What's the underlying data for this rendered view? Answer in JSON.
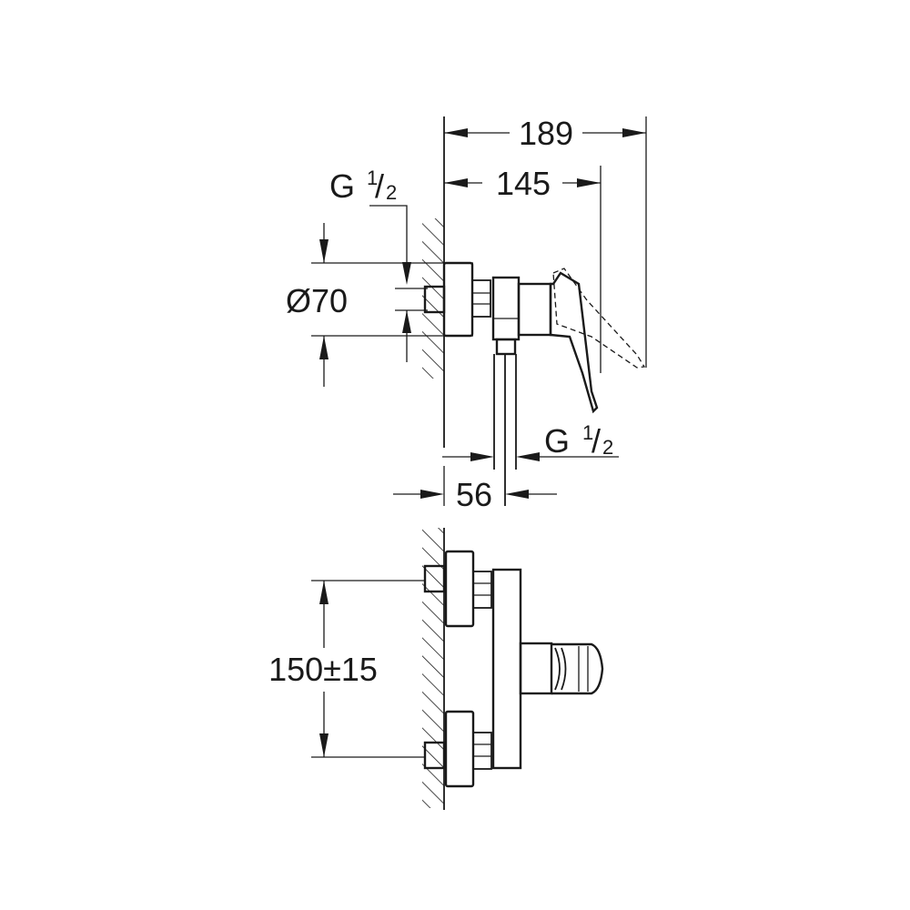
{
  "drawing": {
    "subject": "Single-lever shower mixer, wall-mounted",
    "colors": {
      "line": "#1a1a1a",
      "background": "#ffffff"
    }
  },
  "side_view": {
    "dimensions": {
      "overall_depth": "189",
      "body_depth": "145",
      "flange_diameter": "Ø70",
      "inlet_thread": {
        "base": "G",
        "num": "1",
        "den": "2"
      },
      "outlet_thread": {
        "base": "G",
        "num": "1",
        "den": "2"
      },
      "outlet_offset": "56"
    }
  },
  "front_view": {
    "dimensions": {
      "inlet_spacing": "150±15"
    }
  }
}
